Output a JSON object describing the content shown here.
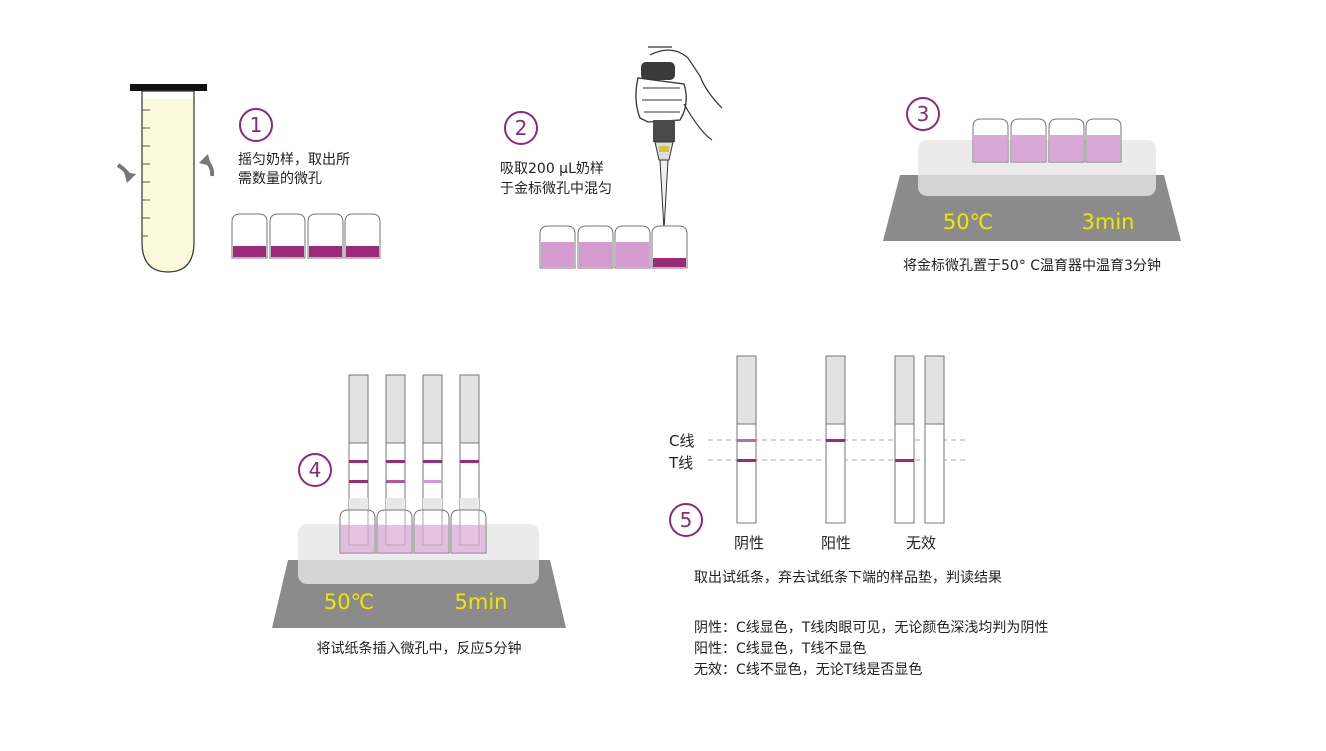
{
  "colors": {
    "accent": "#8a2a78",
    "liquid_magenta": "#9b2b78",
    "liquid_pink": "#d59ad0",
    "milk": "#fbf8dc",
    "heater": "#8b8b8b",
    "temp_text": "#f2e600",
    "strip_pad": "#e2e2e2"
  },
  "steps": [
    {
      "number": "1",
      "text": [
        "摇匀奶样，取出所",
        "需数量的微孔"
      ]
    },
    {
      "number": "2",
      "text": [
        "吸取200 μL奶样",
        "于金标微孔中混匀"
      ]
    },
    {
      "number": "3",
      "temperature": "50℃",
      "time": "3min",
      "caption": "将金标微孔置于50° C温育器中温育3分钟"
    },
    {
      "number": "4",
      "temperature": "50℃",
      "time": "5min",
      "caption": "将试纸条插入微孔中，反应5分钟"
    },
    {
      "number": "5",
      "line_labels": {
        "c": "C线",
        "t": "T线"
      },
      "results": [
        "阴性",
        "阳性",
        "无效"
      ],
      "caption": "取出试纸条，弃去试纸条下端的样品垫，判读结果",
      "notes": [
        "阴性：C线显色，T线肉眼可见，无论颜色深浅均判为阴性",
        "阳性：C线显色，T线不显色",
        "无效：C线不显色，无论T线是否显色"
      ]
    }
  ]
}
